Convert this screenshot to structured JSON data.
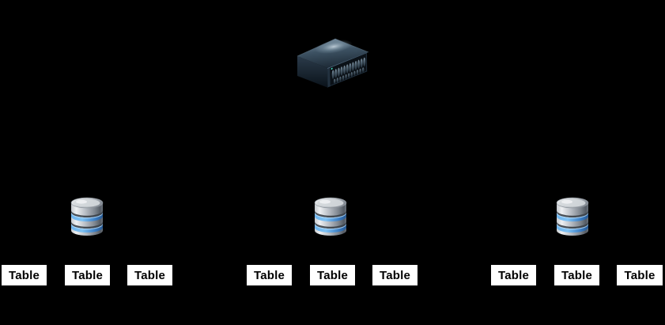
{
  "background_color": "#000000",
  "nodes": {
    "server": {
      "icon": "server-icon"
    },
    "groups": [
      {
        "database_icon": "database-icon",
        "tables": [
          "Table",
          "Table",
          "Table"
        ]
      },
      {
        "database_icon": "database-icon",
        "tables": [
          "Table",
          "Table",
          "Table"
        ]
      },
      {
        "database_icon": "database-icon",
        "tables": [
          "Table",
          "Table",
          "Table"
        ]
      }
    ]
  },
  "colors": {
    "table_box_background": "#ffffff",
    "table_box_text": "#000000",
    "database_band_blue": "#4f9de0",
    "database_body_silver": "#b9bec5",
    "server_top_slate": "#56707f",
    "server_face_dark": "#0b1117"
  }
}
